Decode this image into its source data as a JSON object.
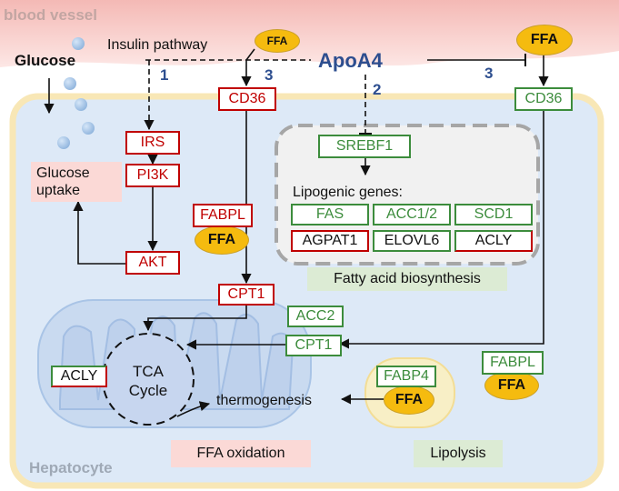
{
  "labels": {
    "blood_vessel": "blood vessel",
    "glucose": "Glucose",
    "insulin_pathway": "Insulin pathway",
    "apoa4": "ApoA4",
    "hepatocyte": "Hepatocyte",
    "glucose_uptake": "Glucose uptake",
    "lipogenic_genes": "Lipogenic genes:",
    "fatty_acid_biosynthesis": "Fatty acid biosynthesis",
    "tca_cycle": "TCA Cycle",
    "thermogenesis": "thermogenesis",
    "ffa_oxidation": "FFA oxidation",
    "lipolysis": "Lipolysis"
  },
  "pathway_numbers": {
    "n1": "1",
    "n2": "2",
    "n3_left": "3",
    "n3_right": "3"
  },
  "ffa_label": "FFA",
  "boxes": {
    "irs": "IRS",
    "pi3k": "PI3K",
    "akt": "AKT",
    "cd36_left": "CD36",
    "cd36_right": "CD36",
    "fabpl_left": "FABPL",
    "fabpl_right": "FABPL",
    "cpt1_top": "CPT1",
    "cpt1_mid": "CPT1",
    "acc2": "ACC2",
    "srebf1": "SREBF1",
    "fas": "FAS",
    "acc12": "ACC1/2",
    "scd1": "SCD1",
    "agpat1": "AGPAT1",
    "elovl6": "ELOVL6",
    "acly_lipo": "ACLY",
    "acly_mito": "ACLY",
    "fabp4": "FABP4"
  },
  "colors": {
    "vessel": "#f7c9c6",
    "cell_fill": "#dde9f7",
    "cell_border": "#f8e7b6",
    "upregulated": "#3c8c3c",
    "downregulated": "#c00000",
    "ffa": "#f5bb0f",
    "title_blue": "#2d4e8f"
  }
}
